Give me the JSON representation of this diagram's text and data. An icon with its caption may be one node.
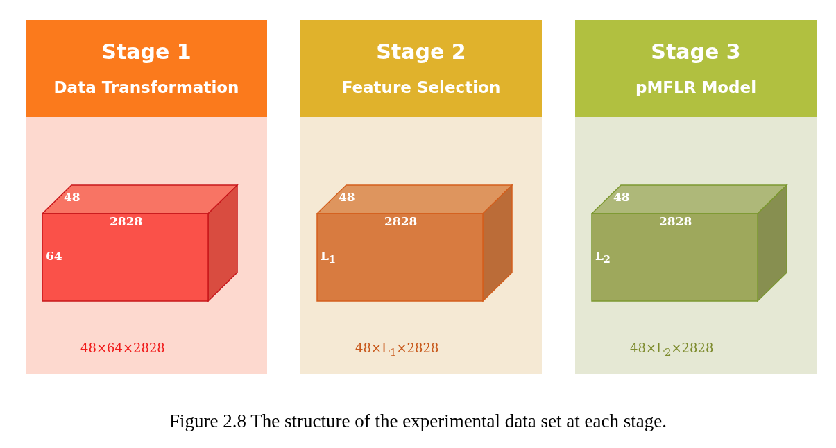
{
  "diagram": {
    "caption": "Figure 2.8 The structure of the experimental data set at each stage.",
    "nodes": [
      {
        "text": [
          "Stage 1",
          "Data Transformation"
        ]
      },
      {
        "text": [
          "48",
          "2828",
          "64"
        ],
        "in": 0,
        "beside": [
          "48×64×2828"
        ]
      },
      {
        "text": [
          "Stage 2",
          "Feature Selection"
        ]
      },
      {
        "text": [
          "48",
          "2828",
          "L$_{1}$"
        ],
        "in": 2,
        "beside": [
          "48×L$_{1}$×2828"
        ]
      },
      {
        "text": [
          "Stage 3",
          "pMFLR Model"
        ]
      },
      {
        "text": [
          "48",
          "2828",
          "L$_{2}$"
        ],
        "in": 4,
        "beside": [
          "48×L$_{2}$×2828"
        ]
      }
    ]
  }
}
